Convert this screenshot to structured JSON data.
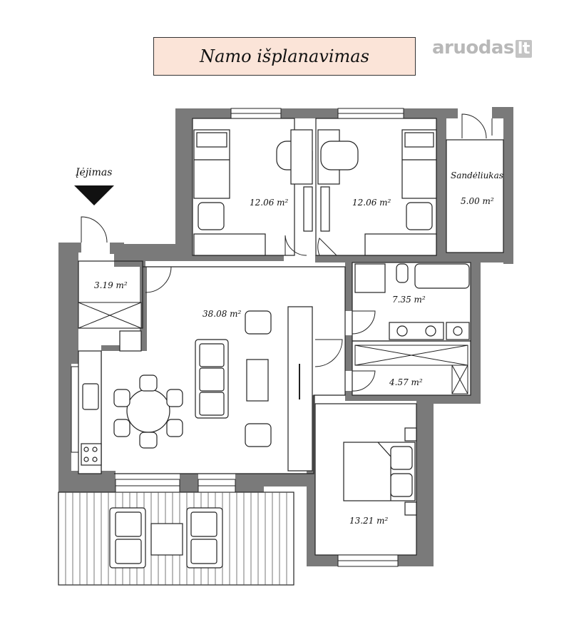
{
  "header": {
    "title": "Namo išplanavimas"
  },
  "logo": {
    "name": "aruodas",
    "tld": "lt"
  },
  "entrance_label": "Įėjimas",
  "rooms": {
    "bedroom_left": "12.06 m²",
    "bedroom_middle": "12.06 m²",
    "storage_name": "Sandėliukas",
    "storage_area": "5.00 m²",
    "hall": "3.19 m²",
    "living": "38.08 m²",
    "bathroom": "7.35 m²",
    "laundry": "4.57 m²",
    "bedroom_main": "13.21 m²"
  },
  "colors": {
    "wall": "#7a7a7a",
    "title_bg": "#fbe4d8",
    "line": "#222222"
  }
}
